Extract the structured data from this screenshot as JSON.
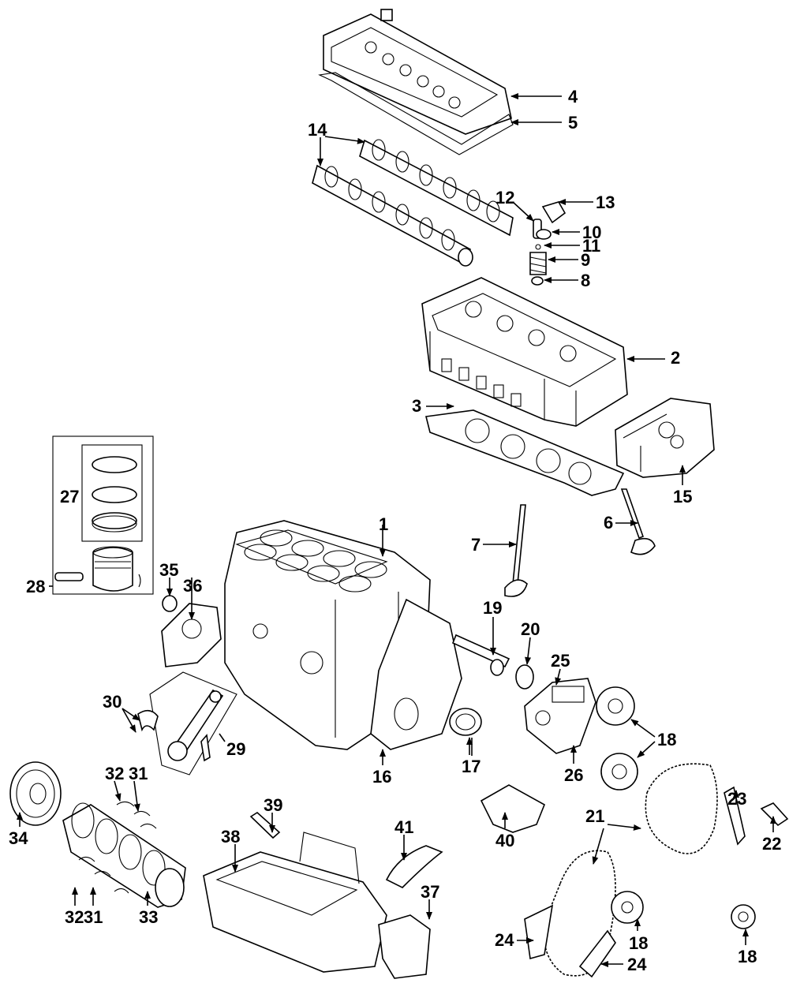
{
  "callouts": {
    "c1": "1",
    "c2": "2",
    "c3": "3",
    "c4": "4",
    "c5": "5",
    "c6": "6",
    "c7": "7",
    "c8": "8",
    "c9": "9",
    "c10": "10",
    "c11": "11",
    "c12": "12",
    "c13": "13",
    "c14": "14",
    "c15": "15",
    "c16": "16",
    "c17": "17",
    "c18a": "18",
    "c18b": "18",
    "c18c": "18",
    "c19": "19",
    "c20": "20",
    "c21": "21",
    "c22": "22",
    "c23": "23",
    "c24a": "24",
    "c24b": "24",
    "c25": "25",
    "c26": "26",
    "c27": "27",
    "c28": "28",
    "c29": "29",
    "c30": "30",
    "c31a": "31",
    "c31b": "31",
    "c32a": "32",
    "c32b": "32",
    "c33": "33",
    "c34": "34",
    "c35": "35",
    "c36": "36",
    "c37": "37",
    "c38": "38",
    "c39": "39",
    "c40": "40",
    "c41": "41"
  },
  "colors": {
    "ink": "#000000",
    "paper": "#ffffff"
  }
}
